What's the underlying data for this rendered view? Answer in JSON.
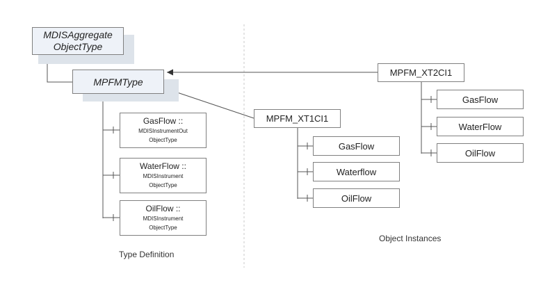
{
  "type_definition": {
    "base_type": {
      "line1": "MDISAggregate",
      "line2": "ObjectType"
    },
    "type": "MPFMType",
    "properties": [
      {
        "name": "GasFlow ::",
        "type1": "MDISInstrumentOut",
        "type2": "ObjectType"
      },
      {
        "name": "WaterFlow ::",
        "type1": "MDISInstrument",
        "type2": "ObjectType"
      },
      {
        "name": "OilFlow ::",
        "type1": "MDISInstrument",
        "type2": "ObjectType"
      }
    ],
    "caption": "Type Definition"
  },
  "object_instances": {
    "instance1": {
      "name": "MPFM_XT1CI1",
      "children": [
        "GasFlow",
        "Waterflow",
        "OilFlow"
      ]
    },
    "instance2": {
      "name": "MPFM_XT2CI1",
      "children": [
        "GasFlow",
        "WaterFlow",
        "OilFlow"
      ]
    },
    "caption": "Object Instances"
  },
  "colors": {
    "line": "#555555",
    "box_border": "#7f7f7f",
    "type_fill": "#eef2f8",
    "shadow": "#dde3ea",
    "divider": "#c8c8c8"
  }
}
